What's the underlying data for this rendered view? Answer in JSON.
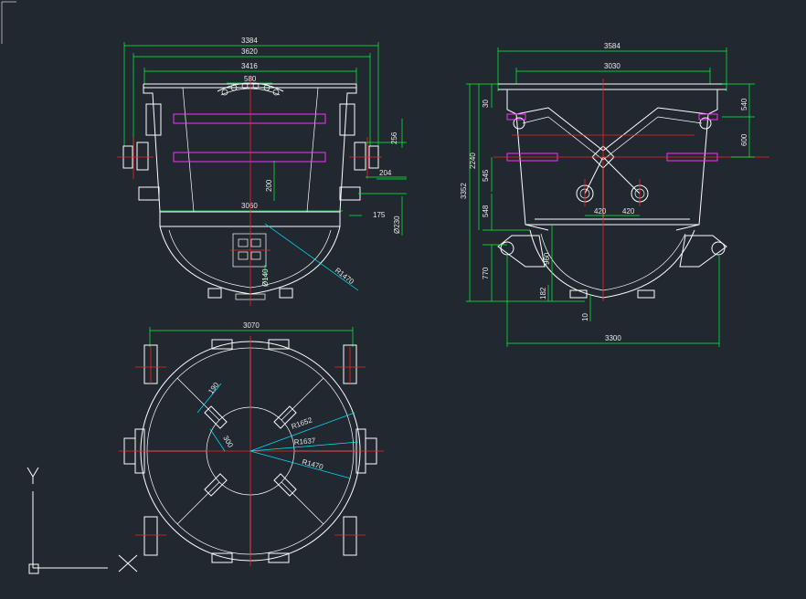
{
  "colors": {
    "background": "#212830",
    "outline": "#ffffff",
    "dimension": "#00ff3c",
    "centerline": "#ff2020",
    "leader": "#00e5ff",
    "highlight": "#ff2bff"
  },
  "ucs_icon": {
    "y_label": "Y"
  },
  "front_view": {
    "dims": {
      "d3384": "3384",
      "d3620": "3620",
      "d3416": "3416",
      "d580": "580",
      "d3060": "3060",
      "d256": "256",
      "d204": "204",
      "d175": "175",
      "d230": "Ø230",
      "d200": "200",
      "d140": "Ø140",
      "r1470": "R1470"
    }
  },
  "side_view": {
    "dims": {
      "d3584": "3584",
      "d3030": "3030",
      "d30": "30",
      "d2240": "2240",
      "d3352": "3352",
      "d545": "545",
      "d548": "548",
      "d770": "770",
      "d960": "960",
      "d182": "182",
      "d10": "10",
      "d540": "540",
      "d600": "600",
      "d420a": "420",
      "d420b": "420",
      "d3300": "3300"
    }
  },
  "plan_view": {
    "dims": {
      "d3070": "3070",
      "d190": "190",
      "d300": "300",
      "r1652": "R1652",
      "r1637": "R1637",
      "r1470": "R1470"
    }
  }
}
